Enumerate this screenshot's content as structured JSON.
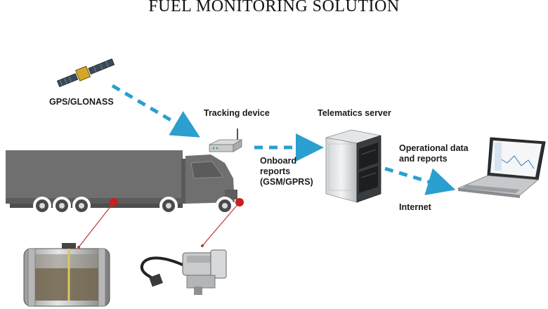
{
  "title": "FUEL MONITORING SOLUTION",
  "labels": {
    "gps": "GPS/GLONASS",
    "tracking": "Tracking device",
    "server": "Telematics server",
    "onboard_l1": "Onboard",
    "onboard_l2": "reports",
    "onboard_l3": "(GSM/GPRS)",
    "operational_l1": "Operational data",
    "operational_l2": "and reports",
    "internet": "Internet"
  },
  "colors": {
    "arrow": "#2a9fd0",
    "truck": "#6f6f6f",
    "sensor_dot": "#c81e1e",
    "leader_line": "#b23a3a"
  }
}
